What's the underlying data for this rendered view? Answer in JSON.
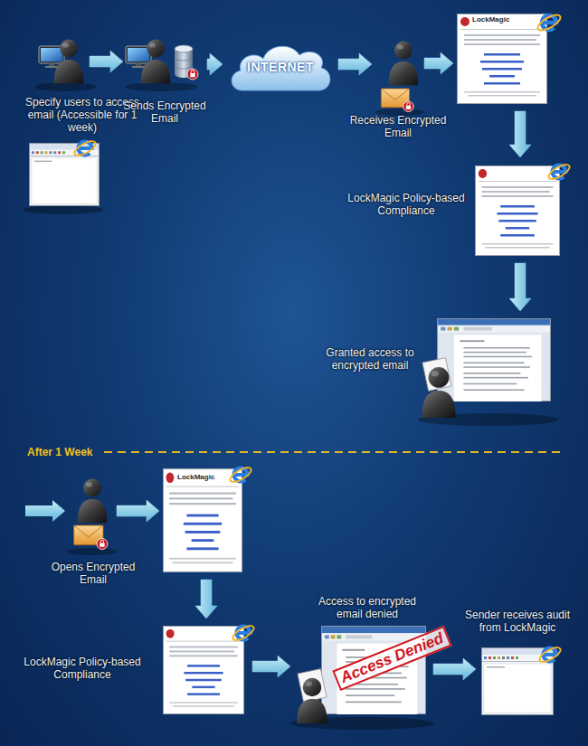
{
  "diagram": {
    "nodes": [
      {
        "text": [
          "Specify users to access email (Accessible for 1 week)"
        ]
      },
      {
        "text": [
          "Sends Encrypted Email"
        ]
      },
      {
        "text": [
          "INTERNET"
        ]
      },
      {
        "text": [
          "Receives Encrypted Email"
        ]
      },
      {
        "text": [
          "LockMagic"
        ]
      },
      {
        "text": [
          "LockMagic Policy-based Compliance"
        ]
      },
      {
        "text": [
          "Granted access to encrypted email"
        ]
      },
      {
        "text": [
          "Opens Encrypted Email"
        ]
      },
      {
        "text": [
          "LockMagic"
        ]
      },
      {
        "text": [
          "LockMagic Policy-based Compliance"
        ]
      },
      {
        "text": [
          "Access to encrypted email denied",
          "Access Denied"
        ]
      },
      {
        "text": [
          "Sender receives audit from LockMagic"
        ]
      }
    ],
    "edges": [
      {
        "from": 0,
        "to": 1,
        "arrow": "to"
      },
      {
        "from": 1,
        "to": 2,
        "arrow": "to"
      },
      {
        "from": 2,
        "to": 3,
        "arrow": "to"
      },
      {
        "from": 3,
        "to": 4,
        "arrow": "to"
      },
      {
        "from": 4,
        "to": 5,
        "arrow": "to"
      },
      {
        "from": 5,
        "to": 6,
        "arrow": "to"
      },
      {
        "from": 7,
        "to": 8,
        "arrow": "to"
      },
      {
        "from": 8,
        "to": 9,
        "arrow": "to"
      },
      {
        "from": 9,
        "to": 10,
        "arrow": "to"
      },
      {
        "from": 10,
        "to": 11,
        "arrow": "to"
      }
    ],
    "labels": [
      "After 1 Week"
    ]
  }
}
